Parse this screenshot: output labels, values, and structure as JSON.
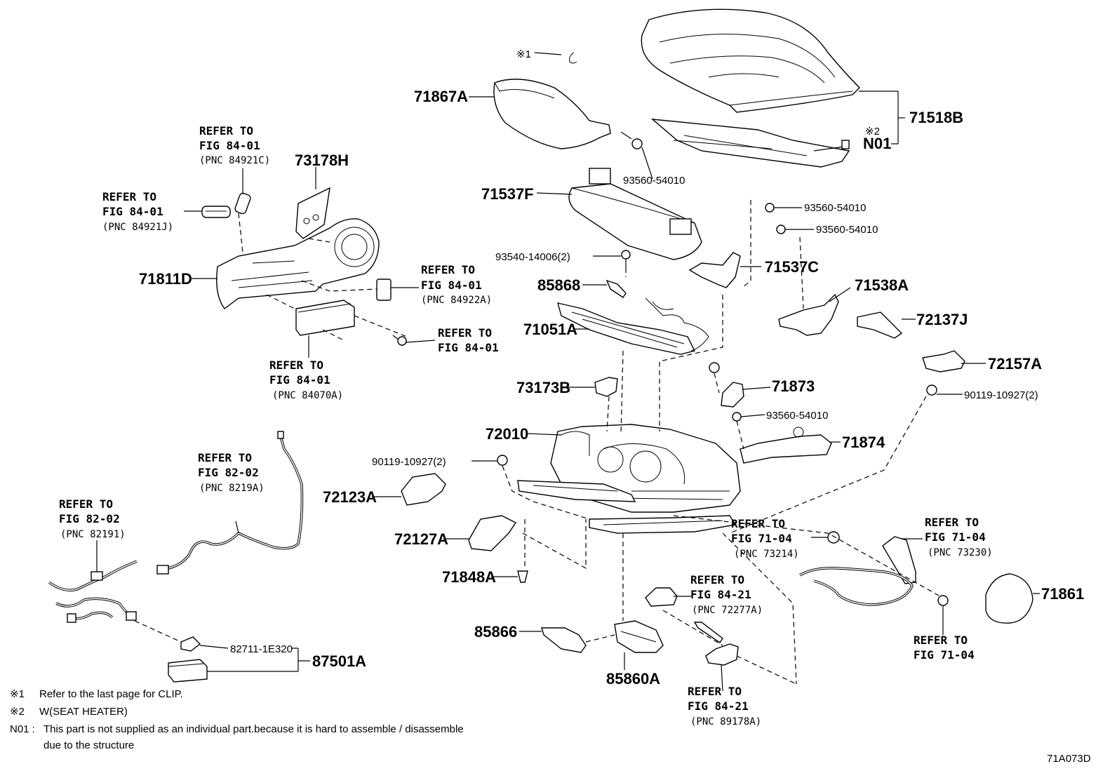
{
  "diagram": {
    "figure_code": "71A073D",
    "parts": {
      "p71518B": "71518B",
      "p71867A": "71867A",
      "pN01": "N01",
      "p71537F": "71537F",
      "p73178H": "73178H",
      "p71811D": "71811D",
      "p85868": "85868",
      "p71051A": "71051A",
      "p71537C": "71537C",
      "p71538A": "71538A",
      "p72137J": "72137J",
      "p72157A": "72157A",
      "p73173B": "73173B",
      "p71873": "71873",
      "p72010": "72010",
      "p71874": "71874",
      "p72123A": "72123A",
      "p72127A": "72127A",
      "p71848A": "71848A",
      "p71861": "71861",
      "p85866": "85866",
      "p85860A": "85860A",
      "p87501A": "87501A"
    },
    "codes": {
      "c93560_a": "93560-54010",
      "c93560_b": "93560-54010",
      "c93560_c": "93560-54010",
      "c93560_d": "93560-54010",
      "c93540": "93540-14006(2)",
      "c90119_a": "90119-10927(2)",
      "c90119_b": "90119-10927(2)",
      "c82711": "82711-1E320"
    },
    "marks": {
      "clip": "※1",
      "heater": "※2"
    },
    "refs": {
      "r1": {
        "l1": "REFER TO",
        "l2": "FIG 84-01",
        "l3": "(PNC 84921C)"
      },
      "r2": {
        "l1": "REFER TO",
        "l2": "FIG 84-01",
        "l3": "(PNC 84921J)"
      },
      "r3": {
        "l1": "REFER TO",
        "l2": "FIG 84-01",
        "l3": "(PNC 84922A)"
      },
      "r4": {
        "l1": "REFER TO",
        "l2": "FIG 84-01"
      },
      "r5": {
        "l1": "REFER TO",
        "l2": "FIG 84-01",
        "l3": "(PNC 84070A)"
      },
      "r6": {
        "l1": "REFER TO",
        "l2": "FIG 82-02",
        "l3": "(PNC 8219A)"
      },
      "r7": {
        "l1": "REFER TO",
        "l2": "FIG 82-02",
        "l3": "(PNC 82191)"
      },
      "r8": {
        "l1": "REFER TO",
        "l2": "FIG 71-04",
        "l3": "(PNC 73214)"
      },
      "r9": {
        "l1": "REFER TO",
        "l2": "FIG 71-04",
        "l3": "(PNC 73230)"
      },
      "r10": {
        "l1": "REFER TO",
        "l2": "FIG 84-21",
        "l3": "(PNC 72277A)"
      },
      "r11": {
        "l1": "REFER TO",
        "l2": "FIG 71-04"
      },
      "r12": {
        "l1": "REFER TO",
        "l2": "FIG 84-21",
        "l3": "(PNC 89178A)"
      }
    },
    "notes": {
      "n1_mark": "※1",
      "n1_text": "Refer to the last page for CLIP.",
      "n2_mark": "※2",
      "n2_text": "W(SEAT HEATER)",
      "n3_mark": "N01 :",
      "n3_text": "This part is not supplied as an individual part.because it is hard to assemble / disassemble",
      "n3_text2": "due to the structure"
    }
  }
}
